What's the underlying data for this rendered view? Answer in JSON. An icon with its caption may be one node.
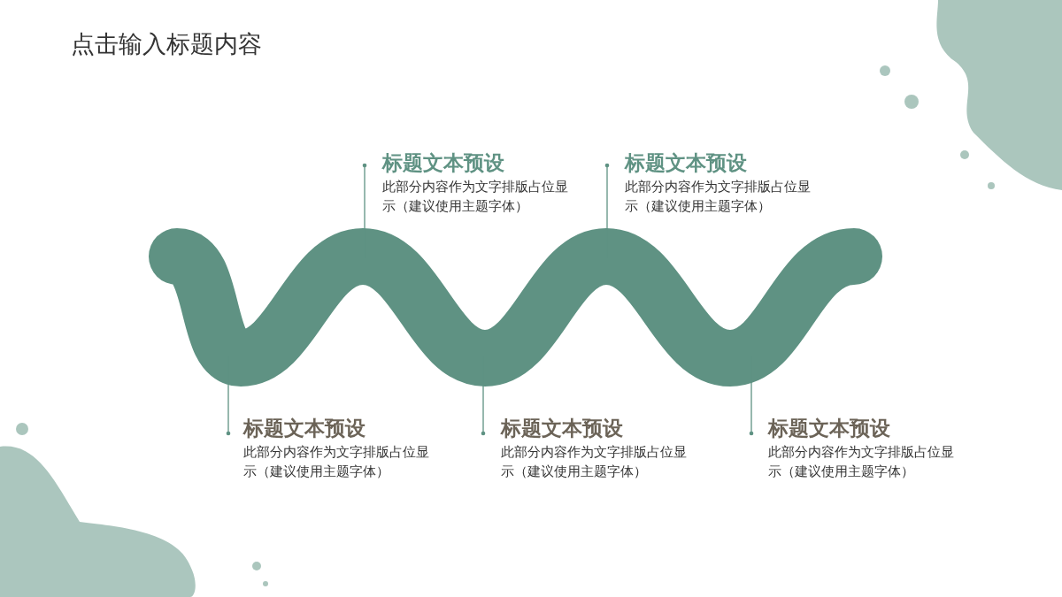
{
  "diagram": {
    "title": "点击输入标题内容",
    "nodes": [
      {
        "text": [],
        "shape": "band"
      },
      {
        "text": [
          "标题文本预设",
          "此部分内容作为文字排版占位显示（建议使用主题字体）"
        ]
      },
      {
        "text": [
          "标题文本预设",
          "此部分内容作为文字排版占位显示（建议使用主题字体）"
        ]
      },
      {
        "text": [
          "标题文本预设",
          "此部分内容作为文字排版占位显示（建议使用主题字体）"
        ]
      },
      {
        "text": [
          "标题文本预设",
          "此部分内容作为文字排版占位显示（建议使用主题字体）"
        ]
      },
      {
        "text": [
          "标题文本预设",
          "此部分内容作为文字排版占位显示（建议使用主题字体）"
        ]
      }
    ],
    "edges": [
      {
        "from": 1,
        "to": 0,
        "arrow": "other"
      },
      {
        "from": 2,
        "to": 0,
        "arrow": "other"
      },
      {
        "from": 3,
        "to": 0,
        "arrow": "other"
      },
      {
        "from": 4,
        "to": 0,
        "arrow": "other"
      },
      {
        "from": 5,
        "to": 0,
        "arrow": "other"
      }
    ]
  }
}
